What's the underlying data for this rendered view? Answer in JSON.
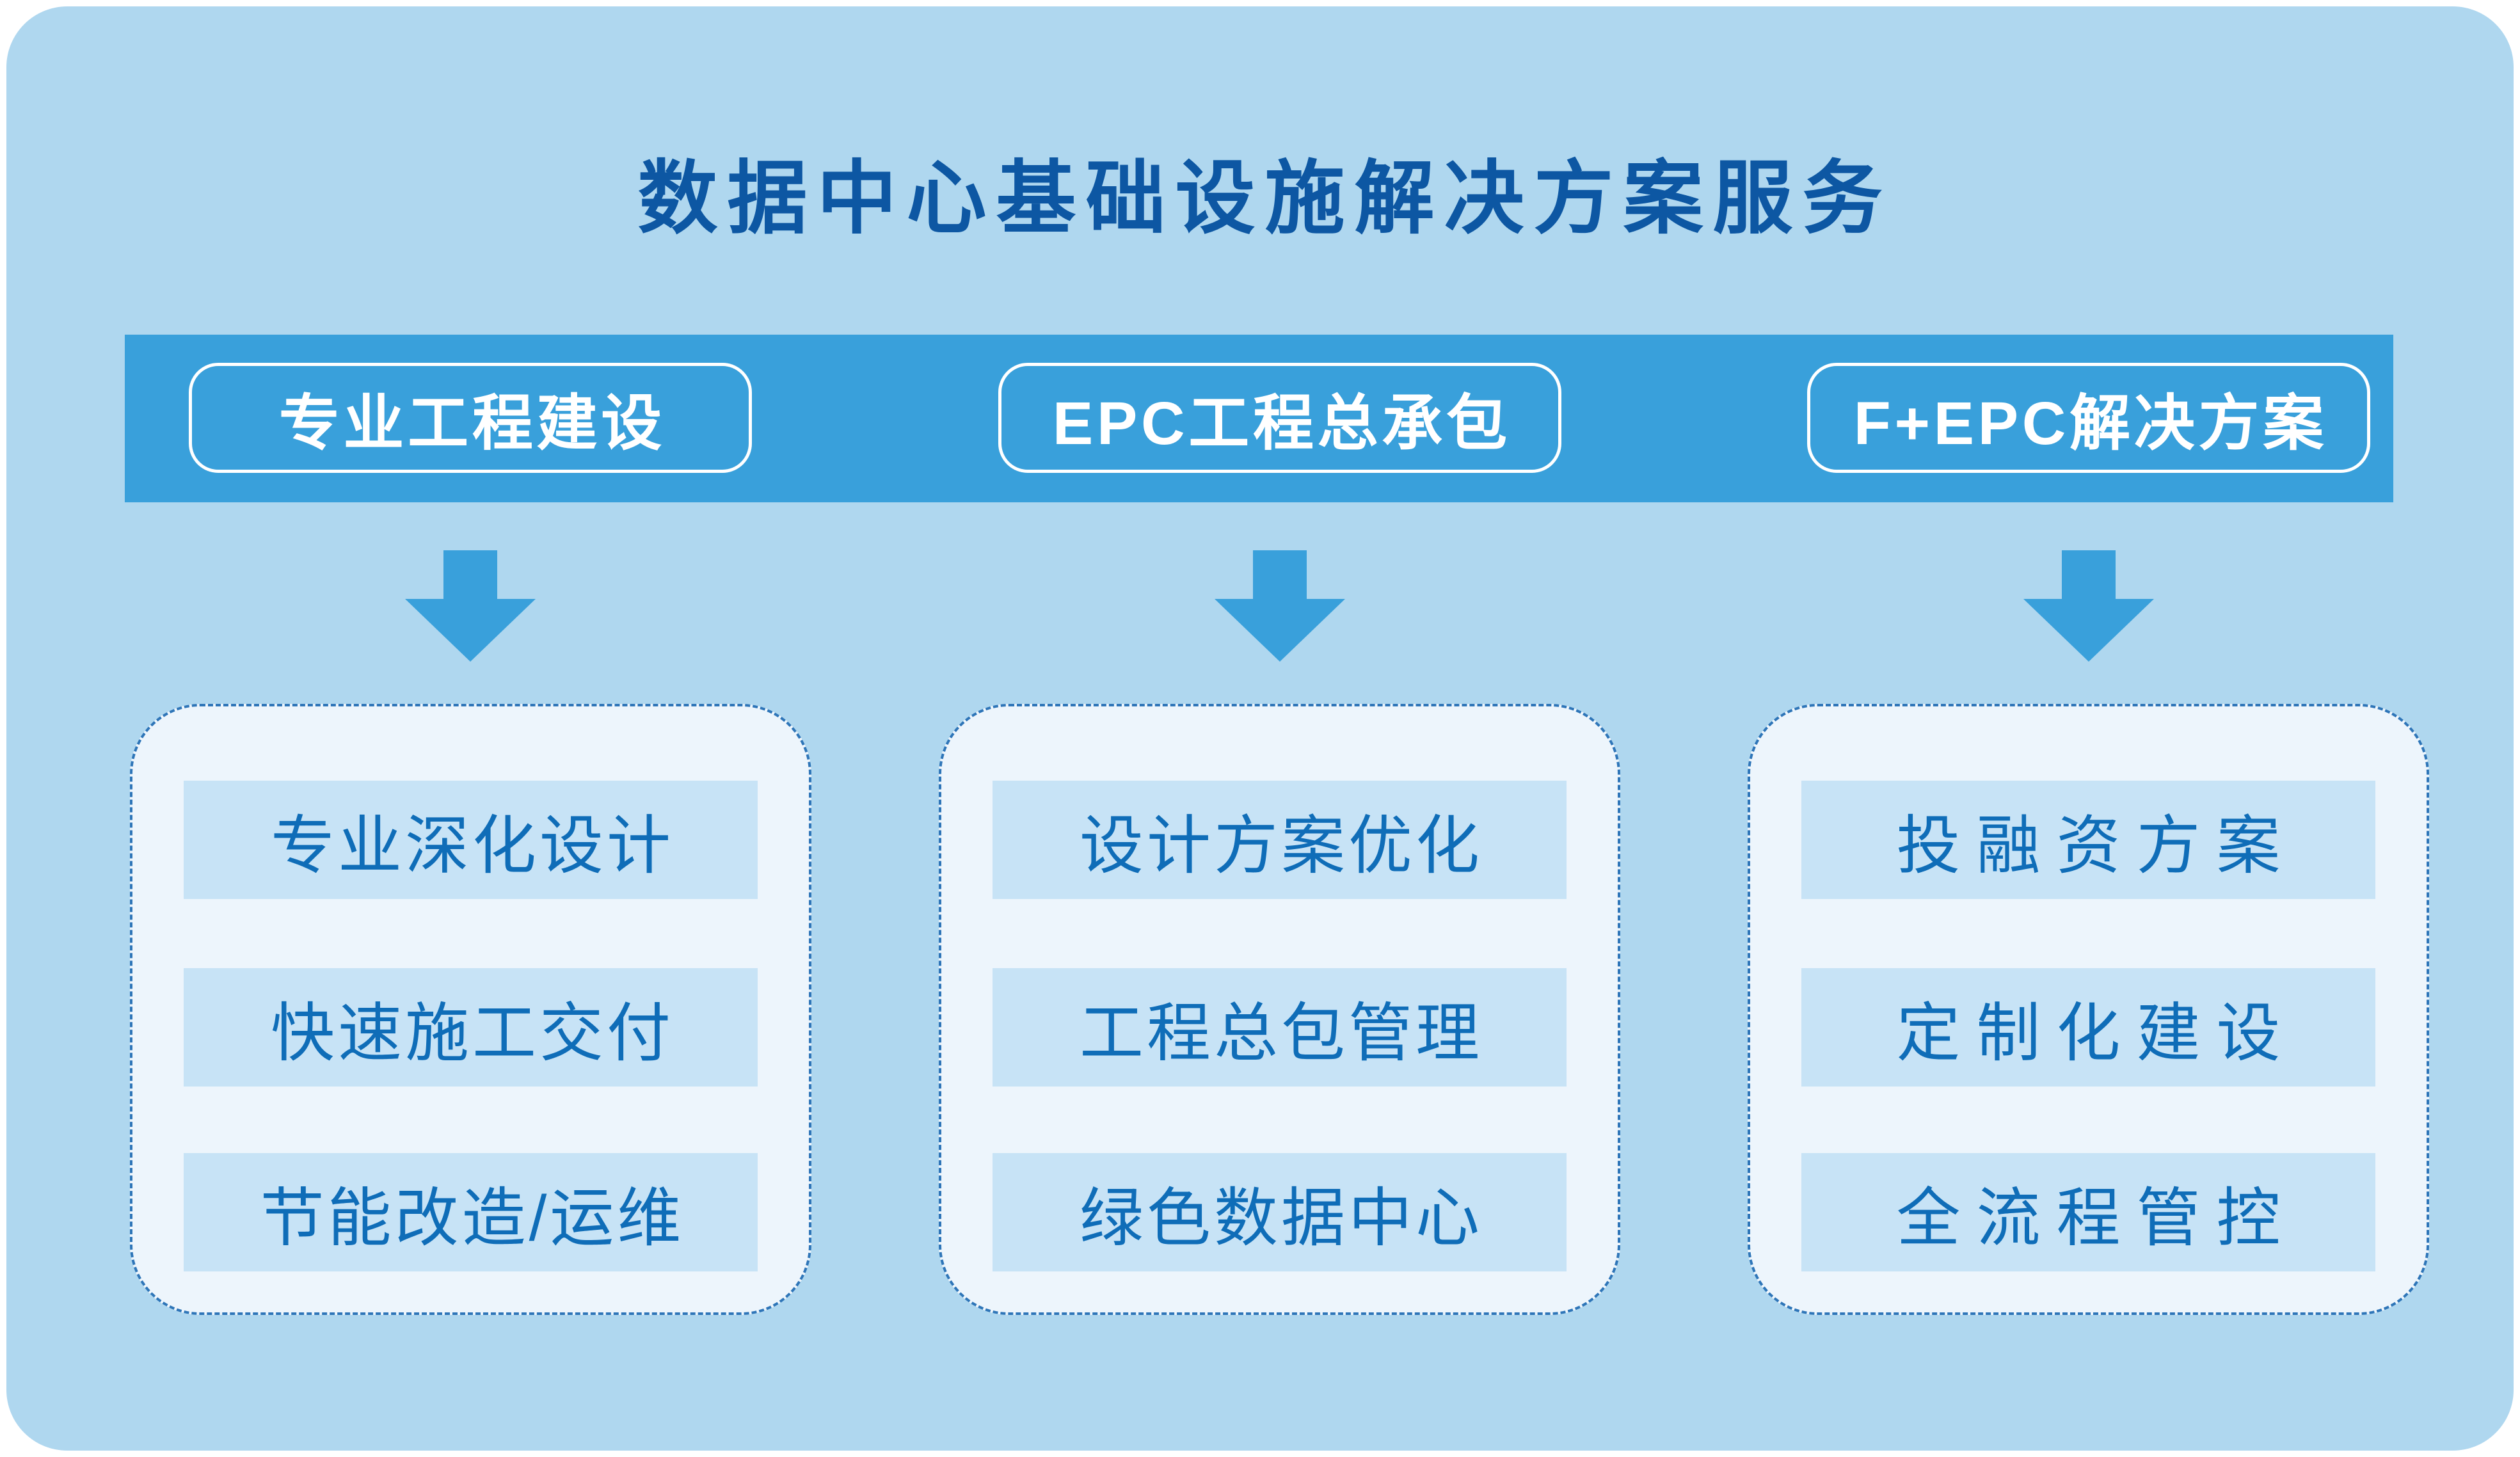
{
  "title": "数据中心基础设施解决方案服务",
  "banner": {
    "tabs": [
      {
        "label": "专业工程建设"
      },
      {
        "label": "EPC工程总承包"
      },
      {
        "label": "F+EPC解决方案"
      }
    ]
  },
  "columns": [
    {
      "items": [
        "专业深化设计",
        "快速施工交付",
        "节能改造/运维"
      ]
    },
    {
      "items": [
        "设计方案优化",
        "工程总包管理",
        "绿色数据中心"
      ]
    },
    {
      "items": [
        "投融资方案",
        "定制化建设",
        "全流程管控"
      ]
    }
  ],
  "colors": {
    "page_background": "#FFFFFF",
    "card_background": "#AFD7EF",
    "banner": "#39A0DB",
    "arrow": "#39A0DB",
    "title_text": "#0D57A3",
    "tab_text": "#FFFFFF",
    "tab_border": "#FFFFFF",
    "panel_background": "#EDF5FC",
    "panel_border": "#2E75B8",
    "item_background": "#C7E3F6",
    "item_text": "#0F6DB8"
  }
}
